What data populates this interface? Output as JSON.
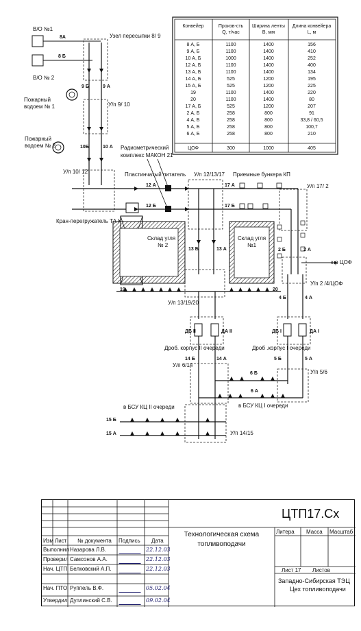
{
  "table": {
    "headers": [
      [
        "Конвейер"
      ],
      [
        "Произв-сть",
        "Q, т/час"
      ],
      [
        "Ширина ленты",
        "В, мм"
      ],
      [
        "Длина конвейера",
        "L, м"
      ]
    ],
    "rows": [
      [
        "8 А, Б",
        "1100",
        "1400",
        "156"
      ],
      [
        "9 А, Б",
        "1100",
        "1400",
        "410"
      ],
      [
        "10 А, Б",
        "1000",
        "1400",
        "252"
      ],
      [
        "12 А, Б",
        "1100",
        "1400",
        "400"
      ],
      [
        "13 А, Б",
        "1100",
        "1400",
        "134"
      ],
      [
        "14 А, Б",
        "525",
        "1200",
        "195"
      ],
      [
        "15 А, Б",
        "525",
        "1200",
        "225"
      ],
      [
        "19",
        "1100",
        "1400",
        "220"
      ],
      [
        "20",
        "1100",
        "1400",
        "80"
      ],
      [
        "17 А, Б",
        "525",
        "1200",
        "207"
      ],
      [
        "2 А, Б",
        "258",
        "800",
        "91"
      ],
      [
        "4 А, Б",
        "258",
        "800",
        "33,8 / 60,5"
      ],
      [
        "5 А, Б",
        "258",
        "800",
        "100,7"
      ],
      [
        "6 А, Б",
        "258",
        "800",
        "210"
      ],
      [
        "ЦОФ",
        "300",
        "1000",
        "405"
      ]
    ]
  },
  "labels": {
    "vo1": "В/О №1",
    "vo2": "В/О № 2",
    "node89": "Узел пересыпки 8/ 9",
    "fire1_a": "Пожарный",
    "fire1_b": "водоем № 1",
    "fire2_a": "Пожарный",
    "fire2_b": "водоем № 2",
    "un910": "У/п 9/ 10",
    "un1012": "У/п 10/ 12",
    "radio_a": "Радиометрический",
    "radio_b": "комплекс МАКОН 21",
    "feeder": "Пластинчатый питатель",
    "un121317": "У/п 12/13/17",
    "bunkers": "Приемные бункера КП",
    "un172": "У/п 17/ 2",
    "crane": "Кран-перегружатель ТА KRAFT",
    "store2_a": "Склад угля",
    "store2_b": "№ 2",
    "store1_a": "Склад угля",
    "store1_b": "№1",
    "cof": "к-р ЦОФ",
    "un24cof": "У/п 2 /4/ЦОФ",
    "un131920": "У/п 13/19/20",
    "db2": "ДБ II",
    "da2": "ДА II",
    "db1": "ДБ I",
    "da1": "ДА I",
    "crush2": "Дроб. корпус II очереди",
    "crush1": "Дроб .корпус I очереди",
    "un614": "У/п 6/14",
    "un56": "У/п 5/6",
    "bsu2": "в БСУ КЦ II очереди",
    "bsu1": "в БСУ КЦ I очереди",
    "un1415": "У/п 14/15"
  },
  "conveyors": {
    "c8a": "8А",
    "c8b": "8 Б",
    "c9b": "9 Б",
    "c9a": "9 А",
    "c10b": "10Б",
    "c10a": "10 А",
    "c12a": "12 А",
    "c12b": "12 Б",
    "c17a": "17 А",
    "c17b": "17 Б",
    "c13b": "13 Б",
    "c13a": "13 А",
    "c2b": "2 Б",
    "c2a": "2 А",
    "c19": "19",
    "c20": "20",
    "c4b": "4 Б",
    "c4a": "4 А",
    "c14b": "14 Б",
    "c14a": "14 А",
    "c5b": "5 Б",
    "c5a": "5 А",
    "c6b": "6 Б",
    "c6a": "6 А",
    "c15b": "15 Б",
    "c15a": "15 А"
  },
  "stamp": {
    "code": "ЦТП17.Сх",
    "title_a": "Технологическая схема",
    "title_b": "топливоподачи",
    "col_izm": "Изм",
    "col_list": "Лист",
    "col_doc": "№ документа",
    "col_sign": "Подпись",
    "col_date": "Дата",
    "litera": "Литера",
    "massa": "Масса",
    "masshtab": "Масштаб",
    "sheet": "Лист 17",
    "sheets": "Листов",
    "org_a": "Западно-Сибирская ТЭЦ",
    "org_b": "Цех топливоподачи",
    "people": [
      {
        "role": "Выполнил",
        "name": "Назарова Л.В.",
        "date": "22.12.03"
      },
      {
        "role": "Проверил",
        "name": "Самсонов А.А.",
        "date": "22.12.03"
      },
      {
        "role": "Нач. ЦТП",
        "name": "Белковский А.П.",
        "date": "22.12.03"
      },
      {
        "role": "Нач. ПТО",
        "name": "Руппель В.Ф.",
        "date": "05.02.04"
      },
      {
        "role": "Утвердил",
        "name": "Дуплинский С.В.",
        "date": "09.02.04"
      }
    ]
  }
}
